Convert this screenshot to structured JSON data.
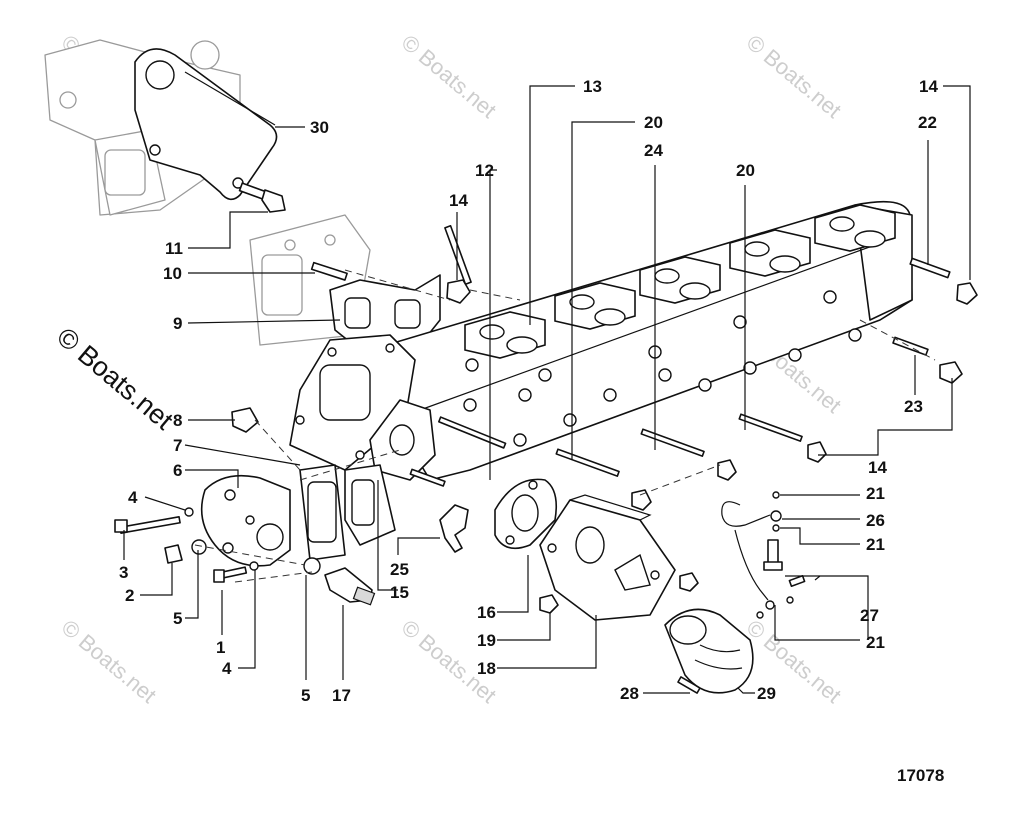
{
  "diagram": {
    "figure_number": "17078",
    "watermark_text": "© Boats.net",
    "callouts": [
      "30",
      "11",
      "10",
      "9",
      "8",
      "7",
      "6",
      "4",
      "3",
      "2",
      "5",
      "1",
      "4",
      "5",
      "17",
      "25",
      "15",
      "16",
      "19",
      "18",
      "28",
      "29",
      "13",
      "12",
      "14",
      "20",
      "24",
      "20",
      "14",
      "22",
      "23",
      "14",
      "21",
      "26",
      "21",
      "27",
      "21"
    ]
  },
  "colors": {
    "line": "#111111",
    "ghost": "#9a9a9a",
    "watermark": "#c8c8c8",
    "background": "#ffffff"
  }
}
